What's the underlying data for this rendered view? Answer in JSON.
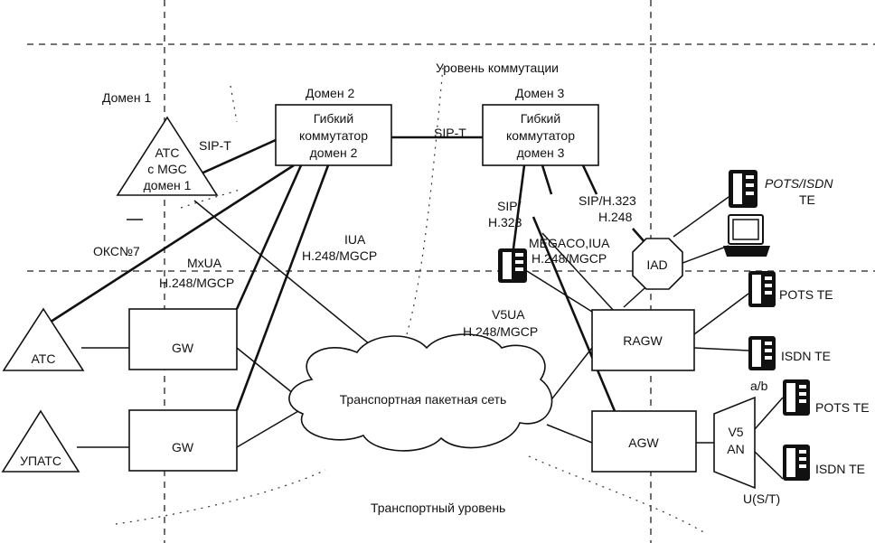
{
  "levels": {
    "switching": "Уровень коммутации",
    "transport": "Транспортный уровень"
  },
  "domains": {
    "d1": "Домен 1",
    "d2": "Домен 2",
    "d3": "Домен 3"
  },
  "nodes": {
    "ats_mgc": [
      "АТС",
      "с MGC",
      "домен 1"
    ],
    "softswitch2": [
      "Гибкий",
      "коммутатор",
      "домен 2"
    ],
    "softswitch3": [
      "Гибкий",
      "коммутатор",
      "домен 3"
    ],
    "ats": "АТС",
    "upats": "УПАТС",
    "gw1": "GW",
    "gw2": "GW",
    "ragw": "RAGW",
    "agw": "AGW",
    "iad": "IAD",
    "v5an": [
      "V5",
      "AN"
    ],
    "cloud": "Транспортная пакетная сеть"
  },
  "protocols": {
    "sipt_1": "SIP-T",
    "sipt_2": "SIP-T",
    "oks7": "ОКС№7",
    "mxua": [
      "MxUA",
      "H.248/MGCP"
    ],
    "iua": [
      "IUA",
      "H.248/MGCP"
    ],
    "sip_h323": [
      "SIP/",
      "H.323"
    ],
    "sip_h323_h248": [
      "SIP/H.323",
      "H.248"
    ],
    "megaco": [
      "MEGACO,IUA",
      "H.248/MGCP"
    ],
    "v5ua": [
      "V5UA",
      "H.248/MGCP"
    ],
    "ab": "a/b",
    "ust": "U(S/T)"
  },
  "terminals": {
    "pots_isdn": [
      "POTS/ISDN",
      "TE"
    ],
    "pots1": "POTS TE",
    "isdn1": "ISDN TE",
    "pots2": "POTS TE",
    "isdn2": "ISDN TE"
  },
  "icons": {
    "phone": "phone-icon",
    "computer": "computer-icon",
    "cloud": "cloud-icon"
  }
}
